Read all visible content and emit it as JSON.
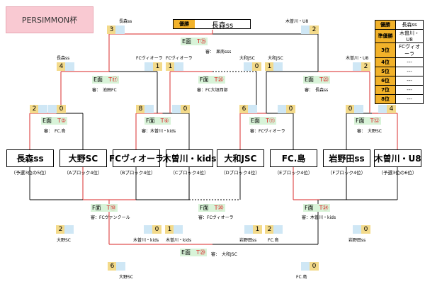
{
  "title": "PERSIMMON杯",
  "champion": {
    "label": "優勝",
    "team": "長森ss"
  },
  "ranking": [
    {
      "rank": "優勝",
      "team": "長森ss"
    },
    {
      "rank": "準優勝",
      "team": "木曽川・U8"
    },
    {
      "rank": "3位",
      "team": "FCヴィオーラ"
    },
    {
      "rank": "4位",
      "team": "---"
    },
    {
      "rank": "5位",
      "team": "---"
    },
    {
      "rank": "6位",
      "team": "---"
    },
    {
      "rank": "7位",
      "team": "---"
    },
    {
      "rank": "8位",
      "team": "---"
    }
  ],
  "teams": [
    {
      "name": "長森ss",
      "sub": "（予選3位の5位）"
    },
    {
      "name": "大野SC",
      "sub": "（Aブロック4位）"
    },
    {
      "name": "FCヴィオーラ",
      "sub": "（Bブロック4位）"
    },
    {
      "name": "木曽川・kids",
      "sub": "（Cブロック4位）"
    },
    {
      "name": "大和JSC",
      "sub": "（Dブロック4位）"
    },
    {
      "name": "FC.島",
      "sub": "（Eブロック4位）"
    },
    {
      "name": "岩野田ss",
      "sub": "（Fブロック4位）"
    },
    {
      "name": "木曽川・U8",
      "sub": "（予選3位の6位）"
    }
  ],
  "matches": {
    "m5": {
      "court": "E面",
      "no": "T⑤",
      "ref": "審：　FC.島",
      "score_left": "2",
      "score_right": "0"
    },
    "m6": {
      "court": "F面",
      "no": "T⑥",
      "ref": "審：木曽川・kids",
      "score_left": "8",
      "score_right": "0"
    },
    "m11": {
      "court": "E面",
      "no": "T⑪",
      "ref": "審：FCヴィオーラ",
      "score_left": "6",
      "score_right": "0"
    },
    "m12": {
      "court": "F面",
      "no": "T⑫",
      "ref": "審：　大野SC",
      "score_left": "0",
      "score_right": "4"
    },
    "m17": {
      "court": "E面",
      "no": "T⑰",
      "ref": "審：　池田FC",
      "team_left": "長森ss",
      "team_right": "FCヴィオーラ",
      "score_left": "4",
      "score_right": "1"
    },
    "m26": {
      "court": "F面",
      "no": "T㉖",
      "ref": "審：FC大垣西部",
      "team_left": "FCヴィオーラ",
      "team_right": "大和JSC",
      "score_left": "1",
      "score_right": "0"
    },
    "m23": {
      "court": "E面",
      "no": "T㉓",
      "ref": "審：　長森ss",
      "team_left": "大和JSC",
      "team_right": "木曽川・U8",
      "score_left": "1",
      "score_right": "2"
    },
    "m35": {
      "court": "E面",
      "no": "T㉟",
      "ref": "審：　果南sss",
      "team_left": "長森ss",
      "team_right": "木曽川・U8",
      "score_left": "3",
      "score_right": "2"
    },
    "m18": {
      "court": "F面",
      "no": "T⑱",
      "ref": "審：FCヴァンクール",
      "team_left": "大野SC",
      "team_right": "木曽川・kids",
      "score_left": "2",
      "score_right": "0"
    },
    "m30": {
      "court": "F面",
      "no": "T㉚",
      "ref": "審：FCヴィオーラ",
      "team_left": "木曽川・kids",
      "team_right": "岩野田ss",
      "score_left": "1",
      "score_right": "1"
    },
    "m24": {
      "court": "F面",
      "no": "T㉔",
      "ref": "審：木曽川・kids",
      "team_left": "FC.島",
      "team_right": "岩野田ss",
      "score_left": "2",
      "score_right": "0"
    },
    "m29": {
      "court": "E面",
      "no": "T㉙",
      "ref": "審：　大和JSC",
      "team_left": "大野SC",
      "team_right": "FC.島",
      "score_left": "6",
      "score_right": "0"
    }
  },
  "colors": {
    "win": "#e05050",
    "line": "#000000",
    "accent": "#f2b22a",
    "court_bg": "#d8f3d8",
    "title_bg": "#f9c9d2"
  }
}
